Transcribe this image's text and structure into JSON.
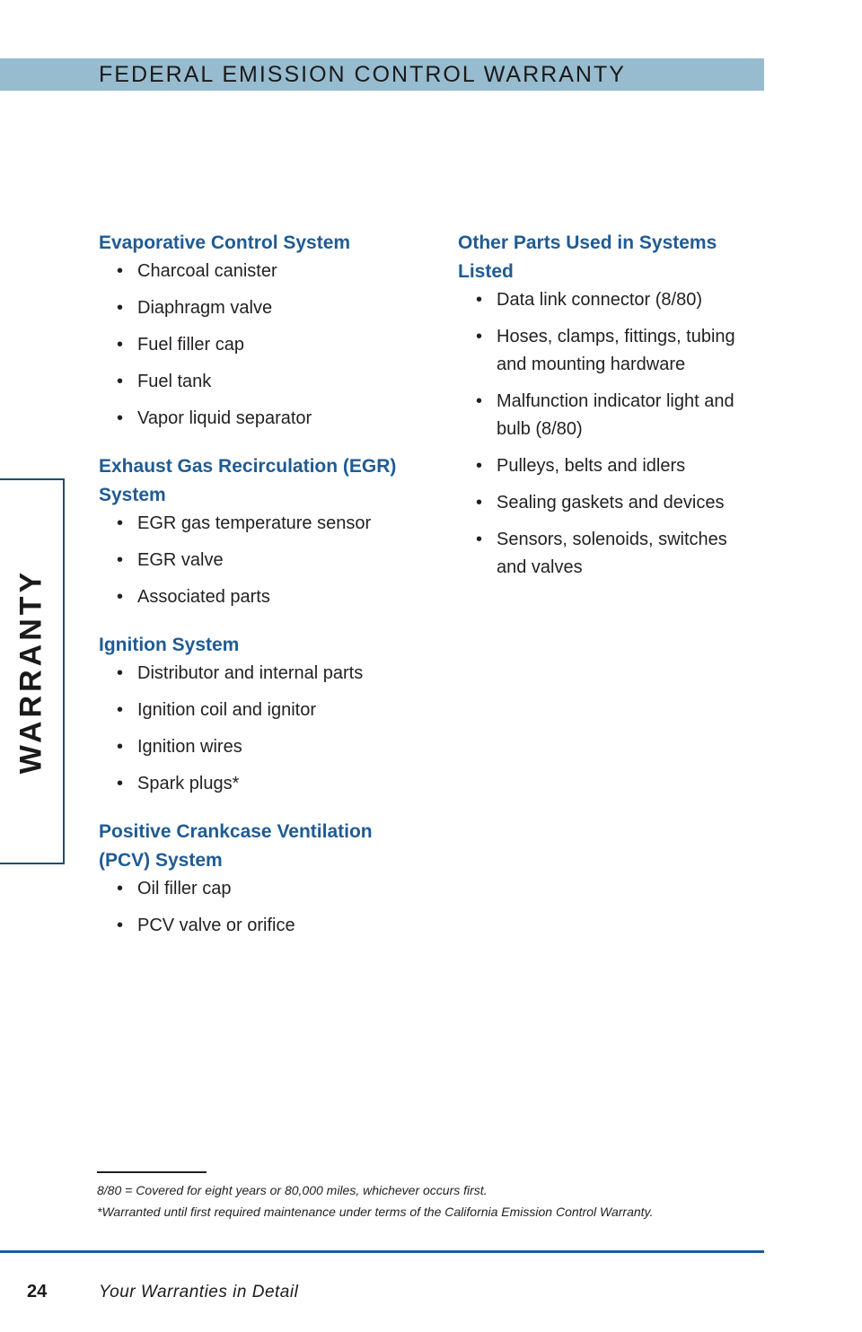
{
  "header": {
    "title": "FEDERAL EMISSION CONTROL WARRANTY"
  },
  "side_tab": {
    "label": "WARRANTY"
  },
  "left_column": [
    {
      "title": "Evaporative Control System",
      "items": [
        "Charcoal canister",
        "Diaphragm valve",
        "Fuel filler cap",
        "Fuel tank",
        "Vapor liquid separator"
      ]
    },
    {
      "title": "Exhaust Gas Recirculation (EGR) System",
      "items": [
        "EGR gas temperature sensor",
        "EGR valve",
        "Associated parts"
      ]
    },
    {
      "title": "Ignition System",
      "items": [
        "Distributor and internal parts",
        "Ignition coil and ignitor",
        "Ignition wires",
        "Spark plugs*"
      ]
    },
    {
      "title": "Positive Crankcase Ventilation (PCV) System",
      "items": [
        "Oil filler cap",
        "PCV valve or orifice"
      ]
    }
  ],
  "right_column": [
    {
      "title": "Other Parts Used in Systems Listed",
      "items": [
        "Data link connector (8/80)",
        "Hoses, clamps, fittings, tubing and mounting hardware",
        "Malfunction indicator light and bulb (8/80)",
        "Pulleys, belts and idlers",
        "Sealing gaskets and devices",
        "Sensors, solenoids, switches and valves"
      ]
    }
  ],
  "footnotes": {
    "line1": "8/80 = Covered for eight years or 80,000 miles, whichever occurs first.",
    "line2": "*Warranted until first required maintenance under terms of the California Emission Control Warranty."
  },
  "footer": {
    "page_number": "24",
    "title": "Your Warranties in Detail"
  },
  "bullet": "•"
}
